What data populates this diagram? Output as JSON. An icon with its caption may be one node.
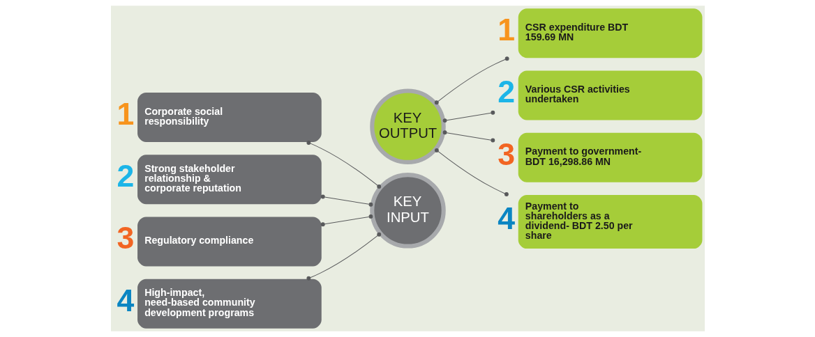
{
  "diagram": {
    "nodes": [
      {
        "text": [
          "1",
          "Corporate social responsibility"
        ]
      },
      {
        "text": [
          "2",
          "Strong stakeholder relationship & corporate reputation"
        ]
      },
      {
        "text": [
          "3",
          "Regulatory compliance"
        ]
      },
      {
        "text": [
          "4",
          "High-impact, need-based community development programs"
        ]
      },
      {
        "text": [
          "KEY INPUT"
        ]
      },
      {
        "text": [
          "KEY OUTPUT"
        ]
      },
      {
        "text": [
          "1",
          "CSR expenditure BDT 159.69 MN"
        ]
      },
      {
        "text": [
          "2",
          "Various CSR activities undertaken"
        ]
      },
      {
        "text": [
          "3",
          "Payment to government- BDT 16,298.86 MN"
        ]
      },
      {
        "text": [
          "4",
          "Payment to shareholders as a dividend- BDT 2.50 per share"
        ]
      }
    ],
    "edges": [
      {
        "from": 0,
        "to": 4,
        "arrow": "other"
      },
      {
        "from": 1,
        "to": 4,
        "arrow": "other"
      },
      {
        "from": 2,
        "to": 4,
        "arrow": "other"
      },
      {
        "from": 3,
        "to": 4,
        "arrow": "other"
      },
      {
        "from": 5,
        "to": 6,
        "arrow": "other"
      },
      {
        "from": 5,
        "to": 7,
        "arrow": "other"
      },
      {
        "from": 5,
        "to": 8,
        "arrow": "other"
      },
      {
        "from": 5,
        "to": 9,
        "arrow": "other"
      }
    ]
  }
}
